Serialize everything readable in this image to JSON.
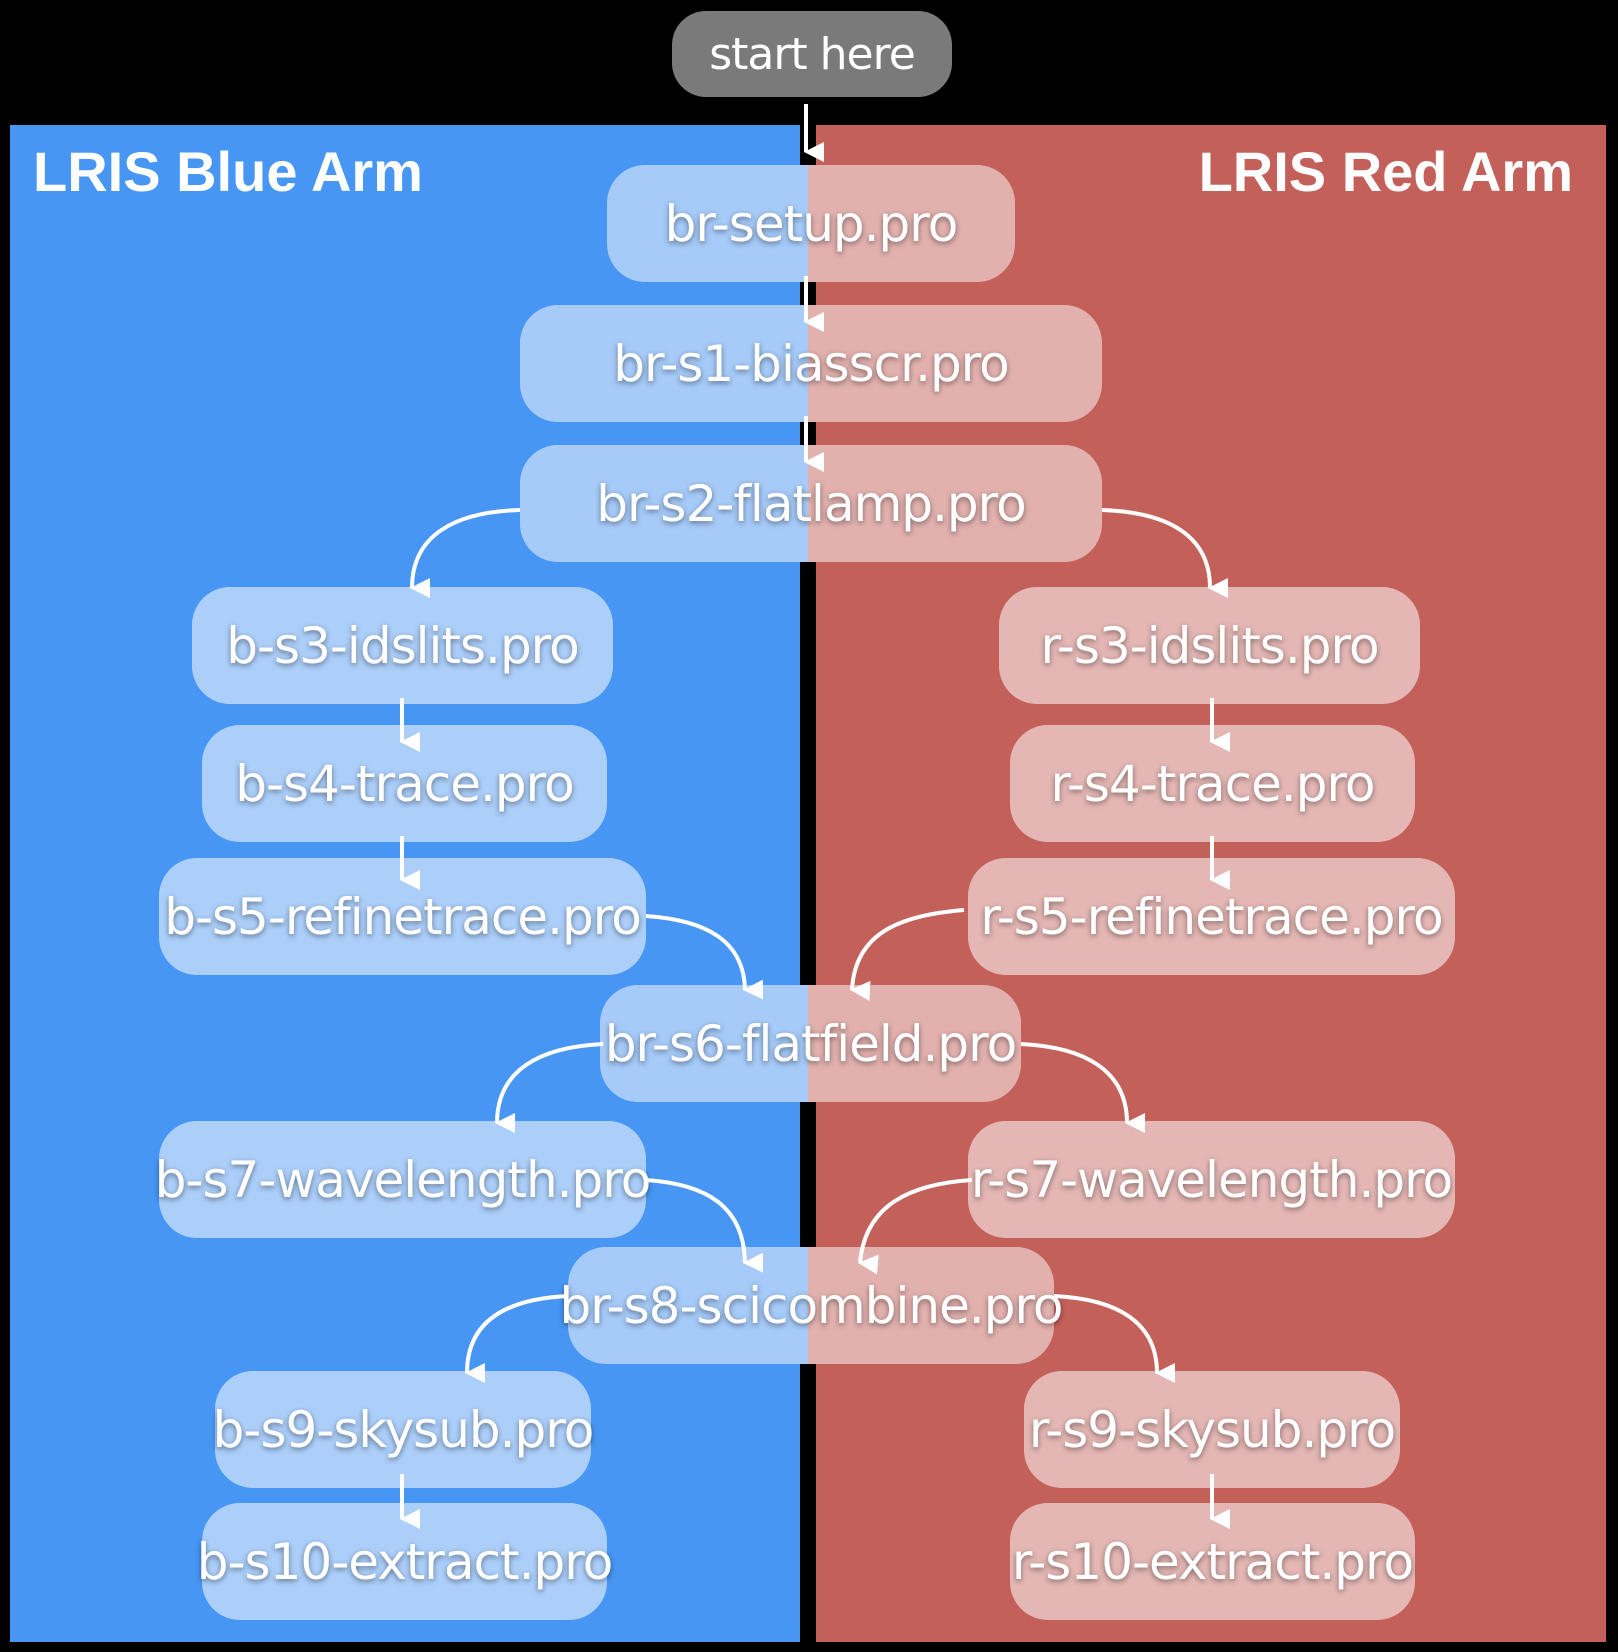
{
  "start": "start here",
  "arms": {
    "blue": "LRIS Blue Arm",
    "red": "LRIS Red Arm"
  },
  "steps": {
    "setup": "br-setup.pro",
    "s1": "br-s1-biasscr.pro",
    "s2": "br-s2-flatlamp.pro",
    "b_s3": "b-s3-idslits.pro",
    "b_s4": "b-s4-trace.pro",
    "b_s5": "b-s5-refinetrace.pro",
    "r_s3": "r-s3-idslits.pro",
    "r_s4": "r-s4-trace.pro",
    "r_s5": "r-s5-refinetrace.pro",
    "s6": "br-s6-flatfield.pro",
    "b_s7": "b-s7-wavelength.pro",
    "r_s7": "r-s7-wavelength.pro",
    "s8": "br-s8-scicombine.pro",
    "b_s9": "b-s9-skysub.pro",
    "b_s10": "b-s10-extract.pro",
    "r_s9": "r-s9-skysub.pro",
    "r_s10": "r-s10-extract.pro"
  },
  "colors": {
    "blue": "#4796f3",
    "red": "#c4605a",
    "start": "#7a7a7a"
  }
}
